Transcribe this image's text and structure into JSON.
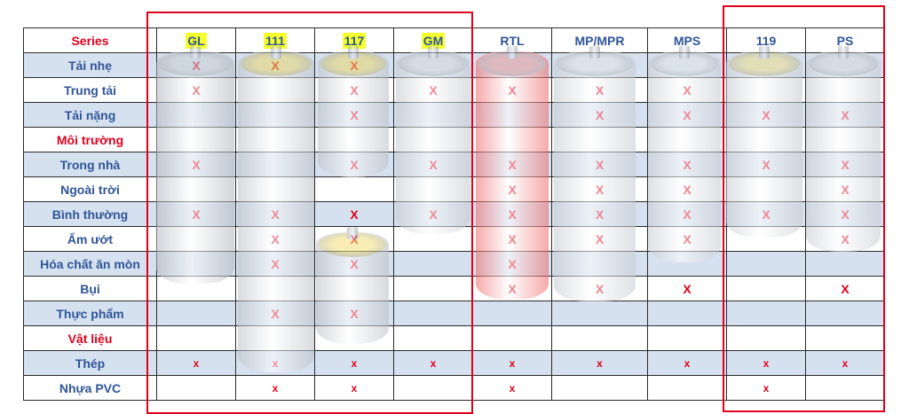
{
  "header": {
    "series_label": "Series",
    "columns": [
      {
        "label": "GL",
        "highlight": true
      },
      {
        "label": "111",
        "highlight": true
      },
      {
        "label": "117",
        "highlight": true
      },
      {
        "label": "GM",
        "highlight": true
      },
      {
        "label": "RTL",
        "highlight": false
      },
      {
        "label": "MP/MPR",
        "highlight": false
      },
      {
        "label": "MPS",
        "highlight": false
      },
      {
        "label": "119",
        "highlight": false
      },
      {
        "label": "PS",
        "highlight": false
      }
    ]
  },
  "rows": [
    {
      "label": "Tải nhẹ",
      "section": false,
      "band": true,
      "marks": [
        "X",
        "X",
        "X",
        "",
        "",
        "",
        "",
        "",
        ""
      ]
    },
    {
      "label": "Trung tải",
      "section": false,
      "band": false,
      "marks": [
        "X",
        "",
        "X",
        "X",
        "X",
        "X",
        "X",
        "",
        ""
      ]
    },
    {
      "label": "Tải nặng",
      "section": false,
      "band": true,
      "marks": [
        "",
        "",
        "X",
        "",
        "",
        "X",
        "X",
        "X",
        "X"
      ]
    },
    {
      "label": "Môi trường",
      "section": true,
      "band": false,
      "marks": [
        "",
        "",
        "",
        "",
        "",
        "",
        "",
        "",
        ""
      ]
    },
    {
      "label": "Trong nhà",
      "section": false,
      "band": true,
      "marks": [
        "X",
        "",
        "X",
        "X",
        "X",
        "X",
        "X",
        "X",
        "X"
      ]
    },
    {
      "label": "Ngoài trời",
      "section": false,
      "band": false,
      "marks": [
        "",
        "",
        "",
        "",
        "X",
        "X",
        "X",
        "",
        "X"
      ]
    },
    {
      "label": "Bình thường",
      "section": false,
      "band": true,
      "marks": [
        "X",
        "X",
        "X",
        "X",
        "X",
        "X",
        "X",
        "X",
        "X"
      ]
    },
    {
      "label": "Ẩm ướt",
      "section": false,
      "band": false,
      "marks": [
        "",
        "X",
        "X",
        "",
        "X",
        "X",
        "X",
        "",
        "X"
      ]
    },
    {
      "label": "Hóa chất ăn mòn",
      "section": false,
      "band": true,
      "marks": [
        "",
        "X",
        "X",
        "",
        "X",
        "",
        "",
        "",
        ""
      ]
    },
    {
      "label": "Bụi",
      "section": false,
      "band": false,
      "marks": [
        "",
        "",
        "",
        "",
        "X",
        "X",
        "X",
        "",
        "X"
      ]
    },
    {
      "label": "Thực phẩm",
      "section": false,
      "band": true,
      "marks": [
        "",
        "X",
        "X",
        "",
        "",
        "",
        "",
        "",
        ""
      ]
    },
    {
      "label": "Vật liệu",
      "section": true,
      "band": false,
      "marks": [
        "",
        "",
        "",
        "",
        "",
        "",
        "",
        "",
        ""
      ]
    },
    {
      "label": "Thép",
      "section": false,
      "band": true,
      "marks": [
        "x",
        "x",
        "x",
        "x",
        "x",
        "x",
        "x",
        "x",
        "x"
      ]
    },
    {
      "label": "Nhựa PVC",
      "section": false,
      "band": false,
      "marks": [
        "",
        "x",
        "x",
        "",
        "x",
        "",
        "",
        "x",
        ""
      ]
    }
  ],
  "colors": {
    "header_text": "#2f5597",
    "section_text": "#e0001b",
    "mark": "#e0001b",
    "band": "#d6e1f0",
    "highlight": "#f4ff2b",
    "frame": "#e0001b"
  },
  "images": [
    {
      "name": "gl-roller-image",
      "color": "#aeb4bb",
      "cap": "#c9ced3"
    },
    {
      "name": "111-roller-image",
      "color": "#b9bec4",
      "cap": "#e8d56a"
    },
    {
      "name": "117-roller-image",
      "color": "#b9bec4",
      "cap": "#e8d56a"
    },
    {
      "name": "117-short-roller-image",
      "color": "#b9bec4",
      "cap": "#f2e07a"
    },
    {
      "name": "gm-roller-image",
      "color": "#c2c7cc",
      "cap": "#d5d9dd"
    },
    {
      "name": "rtl-roller-image",
      "color": "#f06464",
      "cap": "#e89a9a"
    },
    {
      "name": "mp-roller-image",
      "color": "#c4c9ce",
      "cap": "#dfe3e6"
    },
    {
      "name": "mps-roller-image",
      "color": "#c4c9ce",
      "cap": "#dfe3e6"
    },
    {
      "name": "119-roller-image",
      "color": "#c4c9ce",
      "cap": "#eadc8c"
    },
    {
      "name": "ps-roller-image",
      "color": "#c4c9ce",
      "cap": "#d5d9dd"
    }
  ]
}
